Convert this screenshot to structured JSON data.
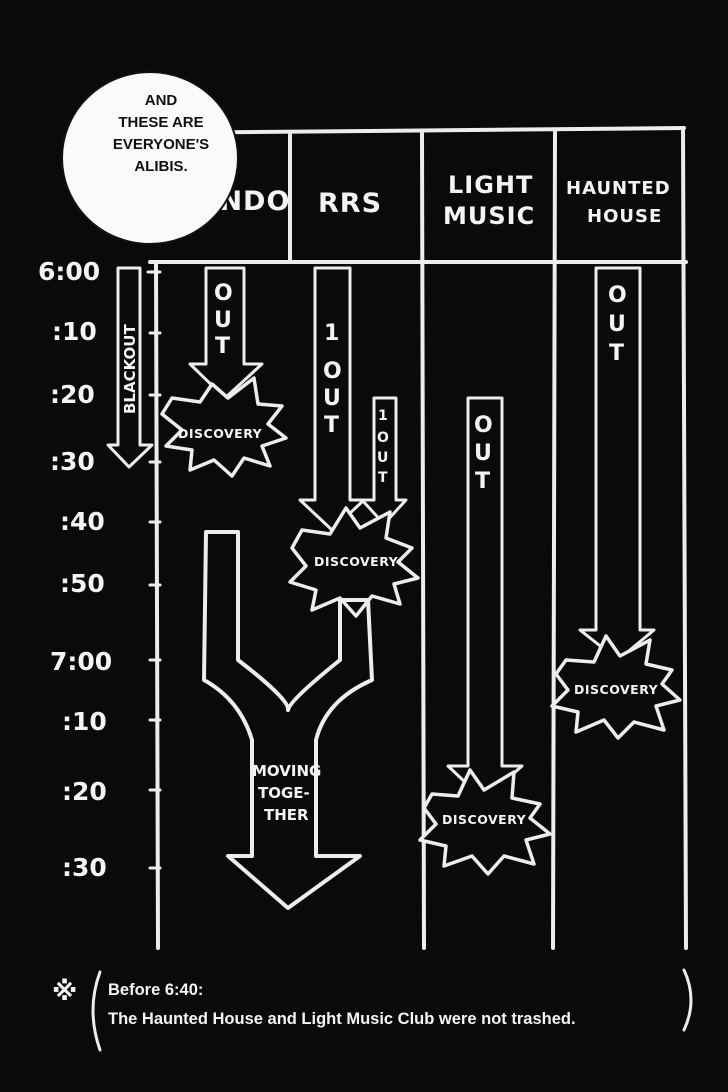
{
  "speech_bubble": {
    "lines": [
      "AND",
      "THESE ARE",
      "EVERYONE'S",
      "ALIBIS."
    ]
  },
  "columns": [
    {
      "key": "kendo",
      "label": "ENDO"
    },
    {
      "key": "rrs",
      "label": "RRS"
    },
    {
      "key": "light_music",
      "label_line1": "LIGHT",
      "label_line2": "MUSIC"
    },
    {
      "key": "haunted_house",
      "label_line1": "HAUNTED",
      "label_line2": "HOUSE"
    }
  ],
  "times": [
    "6:00",
    ":10",
    ":20",
    ":30",
    ":40",
    ":50",
    "7:00",
    ":10",
    ":20",
    ":30"
  ],
  "labels": {
    "blackout": "BLACKOUT",
    "kendo_out": "OUT",
    "rrs_out_1": "1 OUT",
    "rrs_out_2": "1 OUT",
    "light_out": "OUT",
    "haunted_out": "OUT",
    "discovery": "DISCOVERY",
    "moving_1": "MOVING",
    "moving_2": "TOGE-",
    "moving_3": "THER"
  },
  "footnote": {
    "mark": "※",
    "line1": "Before 6:40:",
    "line2": "The Haunted House and Light Music Club were not trashed."
  }
}
